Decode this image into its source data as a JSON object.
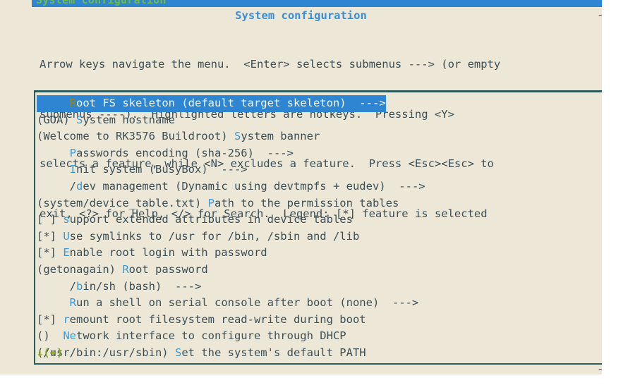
{
  "window": {
    "titlebar_text": "System configuration",
    "titlebar_bg": "#2e86d2",
    "titlebar_fg": "#72bb3e"
  },
  "screen": {
    "background": "#ece7d6",
    "foreground": "#3c4e56",
    "accent_blue": "#3a9ad9",
    "highlight_bg": "#2e86d2",
    "highlight_fg": "#f4f6f3",
    "highlight_hotkey_fg": "#a08400",
    "frame_border": "#2c5b5b",
    "scrollhint_color": "#8aa32b"
  },
  "heading": "System configuration",
  "help": {
    "lines": [
      "Arrow keys navigate the menu.  <Enter> selects submenus ---> (or empty",
      "submenus ----).  Highlighted letters are hotkeys.  Pressing <Y>",
      "selects a feature, while <N> excludes a feature.  Press <Esc><Esc> to",
      "exit, <?> for Help, </> for Search.  Legend: [*] feature is selected"
    ]
  },
  "menu": {
    "items": [
      {
        "prefix": "     ",
        "hotkey": "R",
        "before": "",
        "after": "oot FS skeleton (default target skeleton)  --->",
        "selected": true
      },
      {
        "prefix": "(GOA) ",
        "hotkey": "S",
        "before": "",
        "after": "ystem hostname",
        "selected": false
      },
      {
        "prefix": "(Welcome to RK3576 Buildroot) ",
        "hotkey": "S",
        "before": "",
        "after": "ystem banner",
        "selected": false
      },
      {
        "prefix": "     ",
        "hotkey": "P",
        "before": "",
        "after": "asswords encoding (sha-256)  --->",
        "selected": false
      },
      {
        "prefix": "     ",
        "hotkey": "I",
        "before": "",
        "after": "nit system (BusyBox)  --->",
        "selected": false
      },
      {
        "prefix": "     ",
        "hotkey": "d",
        "before": "/",
        "after": "ev management (Dynamic using devtmpfs + eudev)  --->",
        "selected": false
      },
      {
        "prefix": "(system/device_table.txt) ",
        "hotkey": "P",
        "before": "",
        "after": "ath to the permission tables",
        "selected": false
      },
      {
        "prefix": "[ ] ",
        "hotkey": "s",
        "before": "",
        "after": "upport extended attributes in device tables",
        "selected": false
      },
      {
        "prefix": "[*] ",
        "hotkey": "U",
        "before": "",
        "after": "se symlinks to /usr for /bin, /sbin and /lib",
        "selected": false
      },
      {
        "prefix": "[*] ",
        "hotkey": "E",
        "before": "",
        "after": "nable root login with password",
        "selected": false
      },
      {
        "prefix": "(getonagain) ",
        "hotkey": "R",
        "before": "",
        "after": "oot password",
        "selected": false
      },
      {
        "prefix": "     ",
        "hotkey": "b",
        "before": "/",
        "after": "in/sh (bash)  --->",
        "selected": false
      },
      {
        "prefix": "     ",
        "hotkey": "R",
        "before": "",
        "after": "un a shell on serial console after boot (none)  --->",
        "selected": false
      },
      {
        "prefix": "[*] ",
        "hotkey": "r",
        "before": "",
        "after": "emount root filesystem read-write during boot",
        "selected": false
      },
      {
        "prefix": "()  ",
        "hotkey": "Ne",
        "before": "",
        "after": "twork interface to configure through DHCP",
        "selected": false
      },
      {
        "prefix": "(/usr/bin:/usr/sbin) ",
        "hotkey": "S",
        "before": "",
        "after": "et the system's default PATH",
        "selected": false
      }
    ],
    "scroll_hint": "↓(+)"
  }
}
